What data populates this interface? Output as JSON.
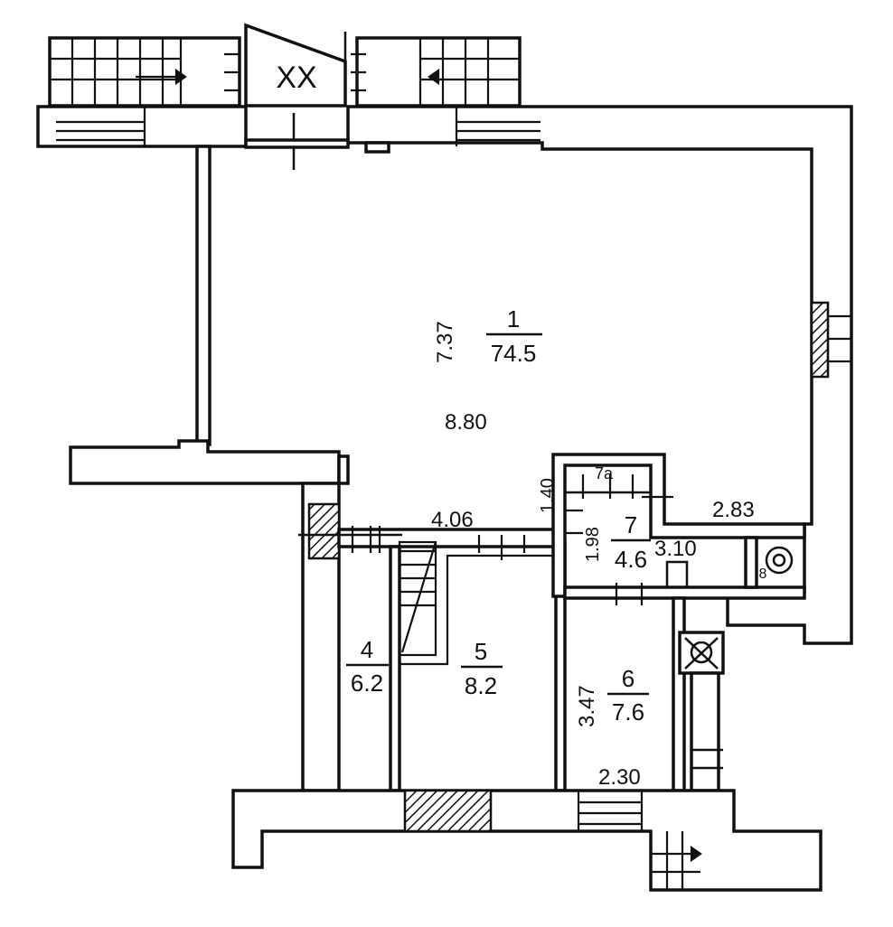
{
  "plan": {
    "stair_mark": "XX",
    "rooms": [
      {
        "id": "1",
        "area": "74.5"
      },
      {
        "id": "4",
        "area": "6.2"
      },
      {
        "id": "5",
        "area": "8.2"
      },
      {
        "id": "6",
        "area": "7.6"
      },
      {
        "id": "7",
        "area": "4.6"
      },
      {
        "id": "7a",
        "area": ""
      },
      {
        "id": "8",
        "area": ""
      }
    ],
    "dimensions": {
      "room1_height": "7.37",
      "room1_width": "8.80",
      "corridor": "4.06",
      "room7a_width": "1.40",
      "room7_height": "1.98",
      "room7_width": "3.10",
      "right_width": "2.83",
      "room6_height": "3.47",
      "room6_width": "2.30"
    }
  }
}
